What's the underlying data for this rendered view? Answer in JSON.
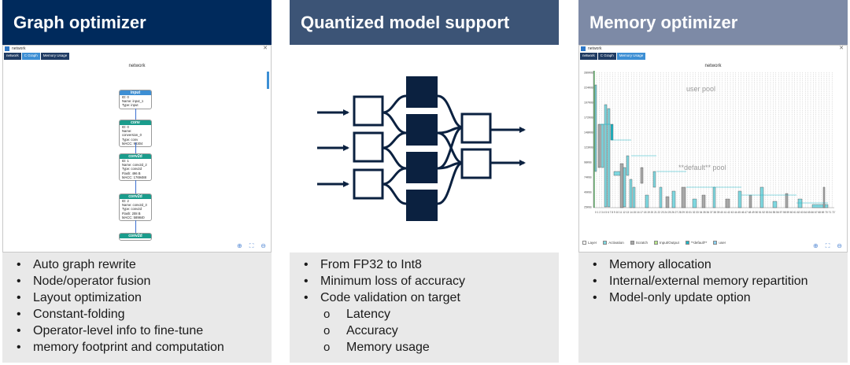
{
  "columns": [
    {
      "title": "Graph optimizer",
      "bullets": [
        {
          "text": "Auto graph rewrite"
        },
        {
          "text": "Node/operator fusion"
        },
        {
          "text": "Layout optimization"
        },
        {
          "text": "Constant-folding"
        },
        {
          "text": "Operator-level info to fine-tune"
        },
        {
          "text": "memory footprint and computation"
        }
      ]
    },
    {
      "title": "Quantized model support",
      "bullets": [
        {
          "text": "From FP32 to Int8"
        },
        {
          "text": "Minimum loss of accuracy"
        },
        {
          "text": "Code validation on target"
        },
        {
          "text": "Latency"
        },
        {
          "text": "Accuracy"
        },
        {
          "text": "Memory usage"
        }
      ]
    },
    {
      "title": "Memory optimizer",
      "bullets": [
        {
          "text": "Memory allocation"
        },
        {
          "text": "Internal/external memory repartition"
        },
        {
          "text": "Model-only update option"
        }
      ]
    }
  ],
  "graph_window": {
    "title": "network",
    "tabs": [
      "network",
      "C Graph",
      "Memory Usage"
    ],
    "active_tab": 1,
    "heading": "network",
    "nodes": [
      {
        "header": "input",
        "color": "#3d8fd4",
        "lines": [
          "ID: 0",
          "Name: input_1",
          "Type: input"
        ]
      },
      {
        "header": "conv",
        "color": "#1a9c8c",
        "lines": [
          "ID: 0",
          "Name: conversion_0",
          "Type: conv",
          "MACC: 98304"
        ]
      },
      {
        "header": "conv2d",
        "color": "#1a9c8c",
        "lines": [
          "ID: 1",
          "Name: conv2d_2",
          "Type: conv2d",
          "Flash: 496 B",
          "MACC: 1769488"
        ]
      },
      {
        "header": "conv2d",
        "color": "#1a9c8c",
        "lines": [
          "ID: 2",
          "Name: conv2d_3",
          "Type: conv2d",
          "Flash: 208 B",
          "MACC: 589840"
        ]
      },
      {
        "header": "conv2d",
        "color": "#1a9c8c",
        "lines": []
      }
    ]
  },
  "memory_window": {
    "title": "network",
    "tabs": [
      "network",
      "C Graph",
      "Memory Usage"
    ],
    "active_tab": 2,
    "heading": "network",
    "pool_labels": [
      "user pool",
      "**default** pool"
    ],
    "y_ticks": [
      "280KiB",
      "224KiB",
      "197KiB",
      "172KiB",
      "148KiB",
      "123KiB",
      "98KiB",
      "74KiB",
      "49KiB",
      "25KiB"
    ],
    "legend": [
      {
        "label": "Layer",
        "color": "#ffffff"
      },
      {
        "label": "Activation",
        "color": "#7fd8e0"
      },
      {
        "label": "Scratch",
        "color": "#a8a8a8"
      },
      {
        "label": "Input/Output",
        "color": "#b8e68a"
      },
      {
        "label": "**default**",
        "color": "#1fb5c4"
      },
      {
        "label": "user",
        "color": "#8ad0f0"
      }
    ]
  }
}
